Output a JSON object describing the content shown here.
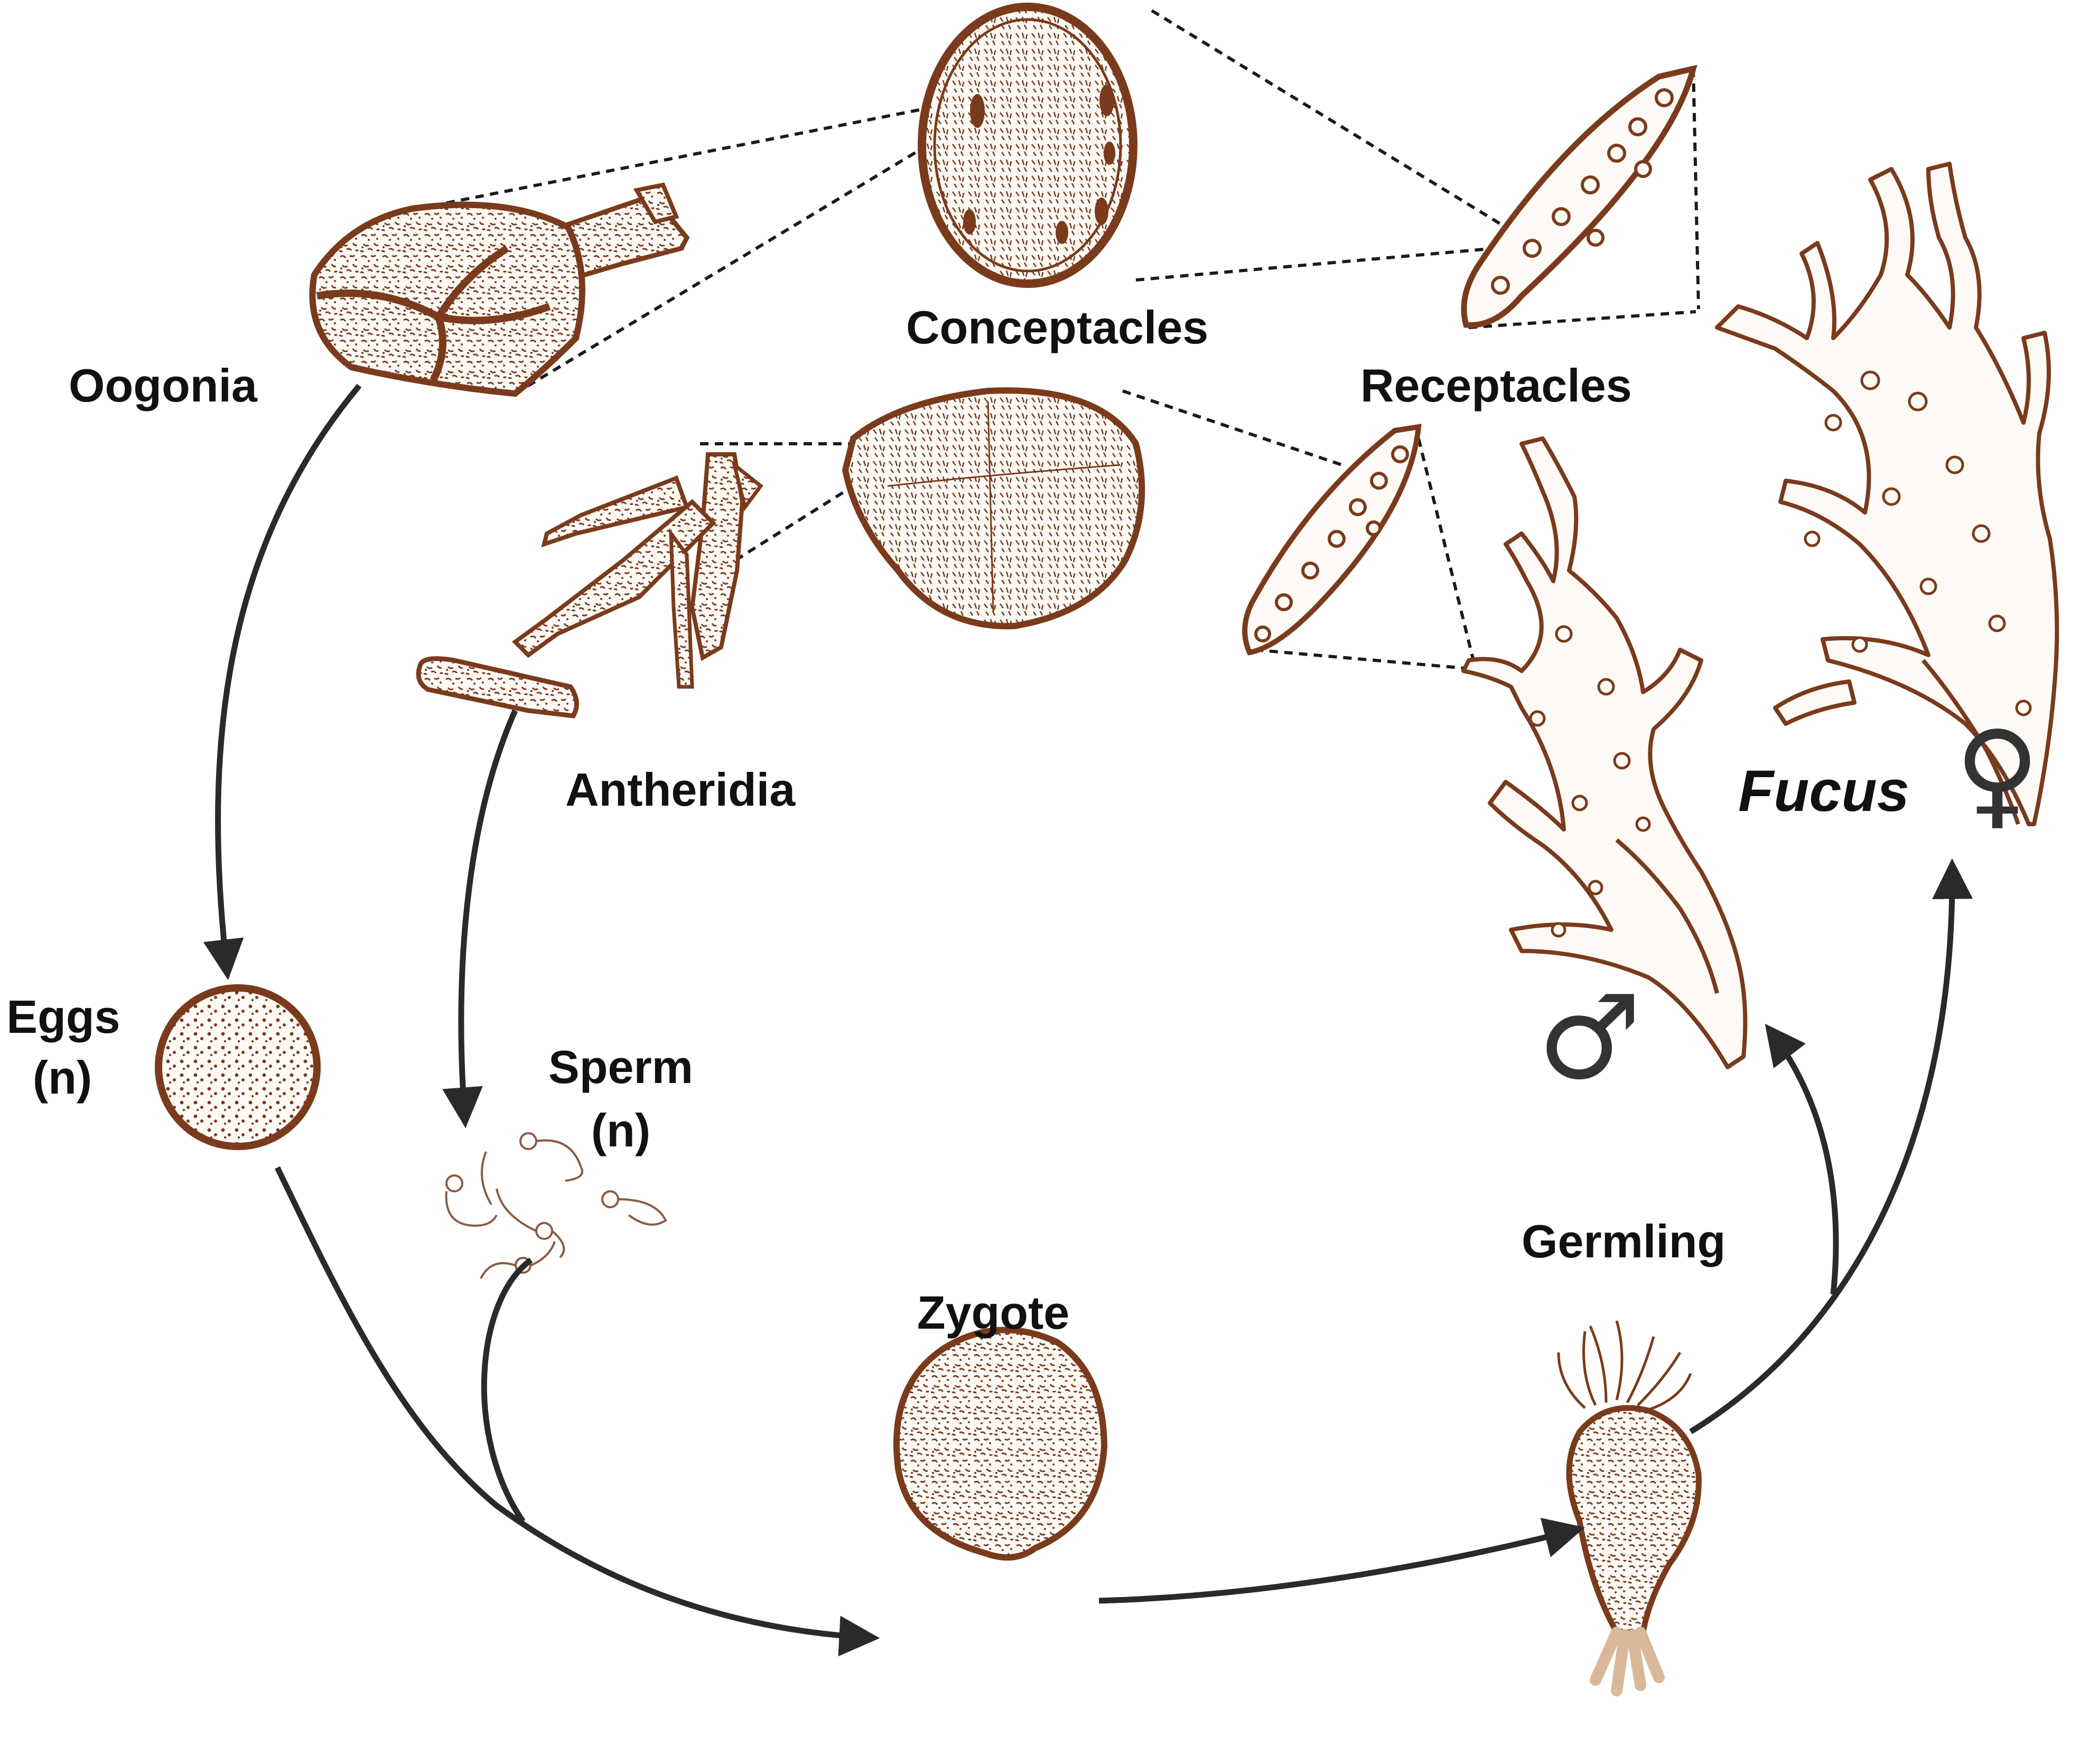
{
  "labels": {
    "oogonia": "Oogonia",
    "conceptacles": "Conceptacles",
    "receptacles": "Receptacles",
    "antheridia": "Antheridia",
    "eggs_line1": "Eggs",
    "eggs_line2": "(n)",
    "sperm_line1": "Sperm",
    "sperm_line2": "(n)",
    "zygote": "Zygote",
    "germling": "Germling",
    "fucus": "Fucus"
  },
  "symbols": {
    "male": "♂",
    "female": "♀"
  },
  "colors": {
    "illustration_ink": "#7a3b1c",
    "arrow": "#2a2a2a",
    "text": "#111111",
    "rhizoid": "#d9b89a"
  }
}
